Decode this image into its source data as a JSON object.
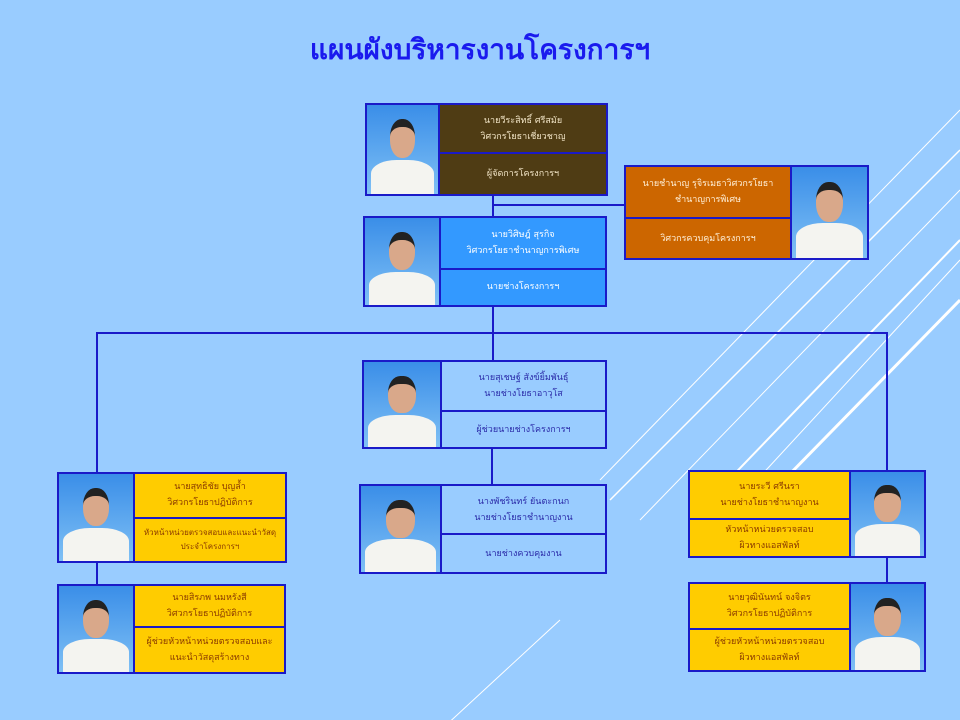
{
  "title": "แผนผังบริหารงานโครงการฯ",
  "colors": {
    "background": "#99ccff",
    "line": "#1a1ac8",
    "manager": "#4f3c14",
    "controller": "#cc6600",
    "engineer": "#3399ff",
    "staff": "#ffcc00"
  },
  "nodes": {
    "manager": {
      "name": "นายวีระสิทธิ์     ศรีสมัย",
      "position": "วิศวกรโยธาเชี่ยวชาญ",
      "role": "ผู้จัดการโครงการฯ"
    },
    "controller": {
      "name": "นายชำนาญ  รุจิรเมธาวิศวกรโยธา",
      "position": "ชำนาญการพิเศษ",
      "role": "วิศวกรควบคุมโครงการฯ"
    },
    "engineer": {
      "name": "นายวิศิษฎ์  สุรกิจ",
      "position": "วิศวกรโยธาชำนาญการพิเศษ",
      "role": "นายช่างโครงการฯ"
    },
    "assistant": {
      "name": "นายสุเชษฐ์  สังข์ยิ้มพันธุ์",
      "position": "นายช่างโยธาอาวุโส",
      "role": "ผู้ช่วยนายช่างโครงการฯ"
    },
    "supervisor": {
      "name": "นางพัชรินทร์  ยันตะกนก",
      "position": "นายช่างโยธาชำนาญงาน",
      "role": "นายช่างควบคุมงาน"
    },
    "left1": {
      "name": "นายสุทธิชัย  บุญล้ำ",
      "position": "วิศวกรโยธาปฏิบัติการ",
      "role_line1": "หัวหน้าหน่วยตรวจสอบและแนะนำวัสดุ",
      "role_line2": "ประจำโครงการฯ"
    },
    "left2": {
      "name": "นายสิรภพ  นมหรังสี",
      "position": "วิศวกรโยธาปฏิบัติการ",
      "role_line1": "ผู้ช่วยหัวหน้าหน่วยตรวจสอบและ",
      "role_line2": "แนะนำวัสดุสร้างทาง"
    },
    "right1": {
      "name": "นายระวี  ศรีนรา",
      "position": "นายช่างโยธาชำนาญงาน",
      "role_line1": "หัวหน้าหน่วยตรวจสอบ",
      "role_line2": "ผิวทางแอสฟัลท์"
    },
    "right2": {
      "name": "นายวุฒินันทน์  จงจิตร",
      "position": "วิศวกรโยธาปฏิบัติการ",
      "role_line1": "ผู้ช่วยหัวหน้าหน่วยตรวจสอบ",
      "role_line2": "ผิวทางแอสฟัลท์"
    }
  }
}
